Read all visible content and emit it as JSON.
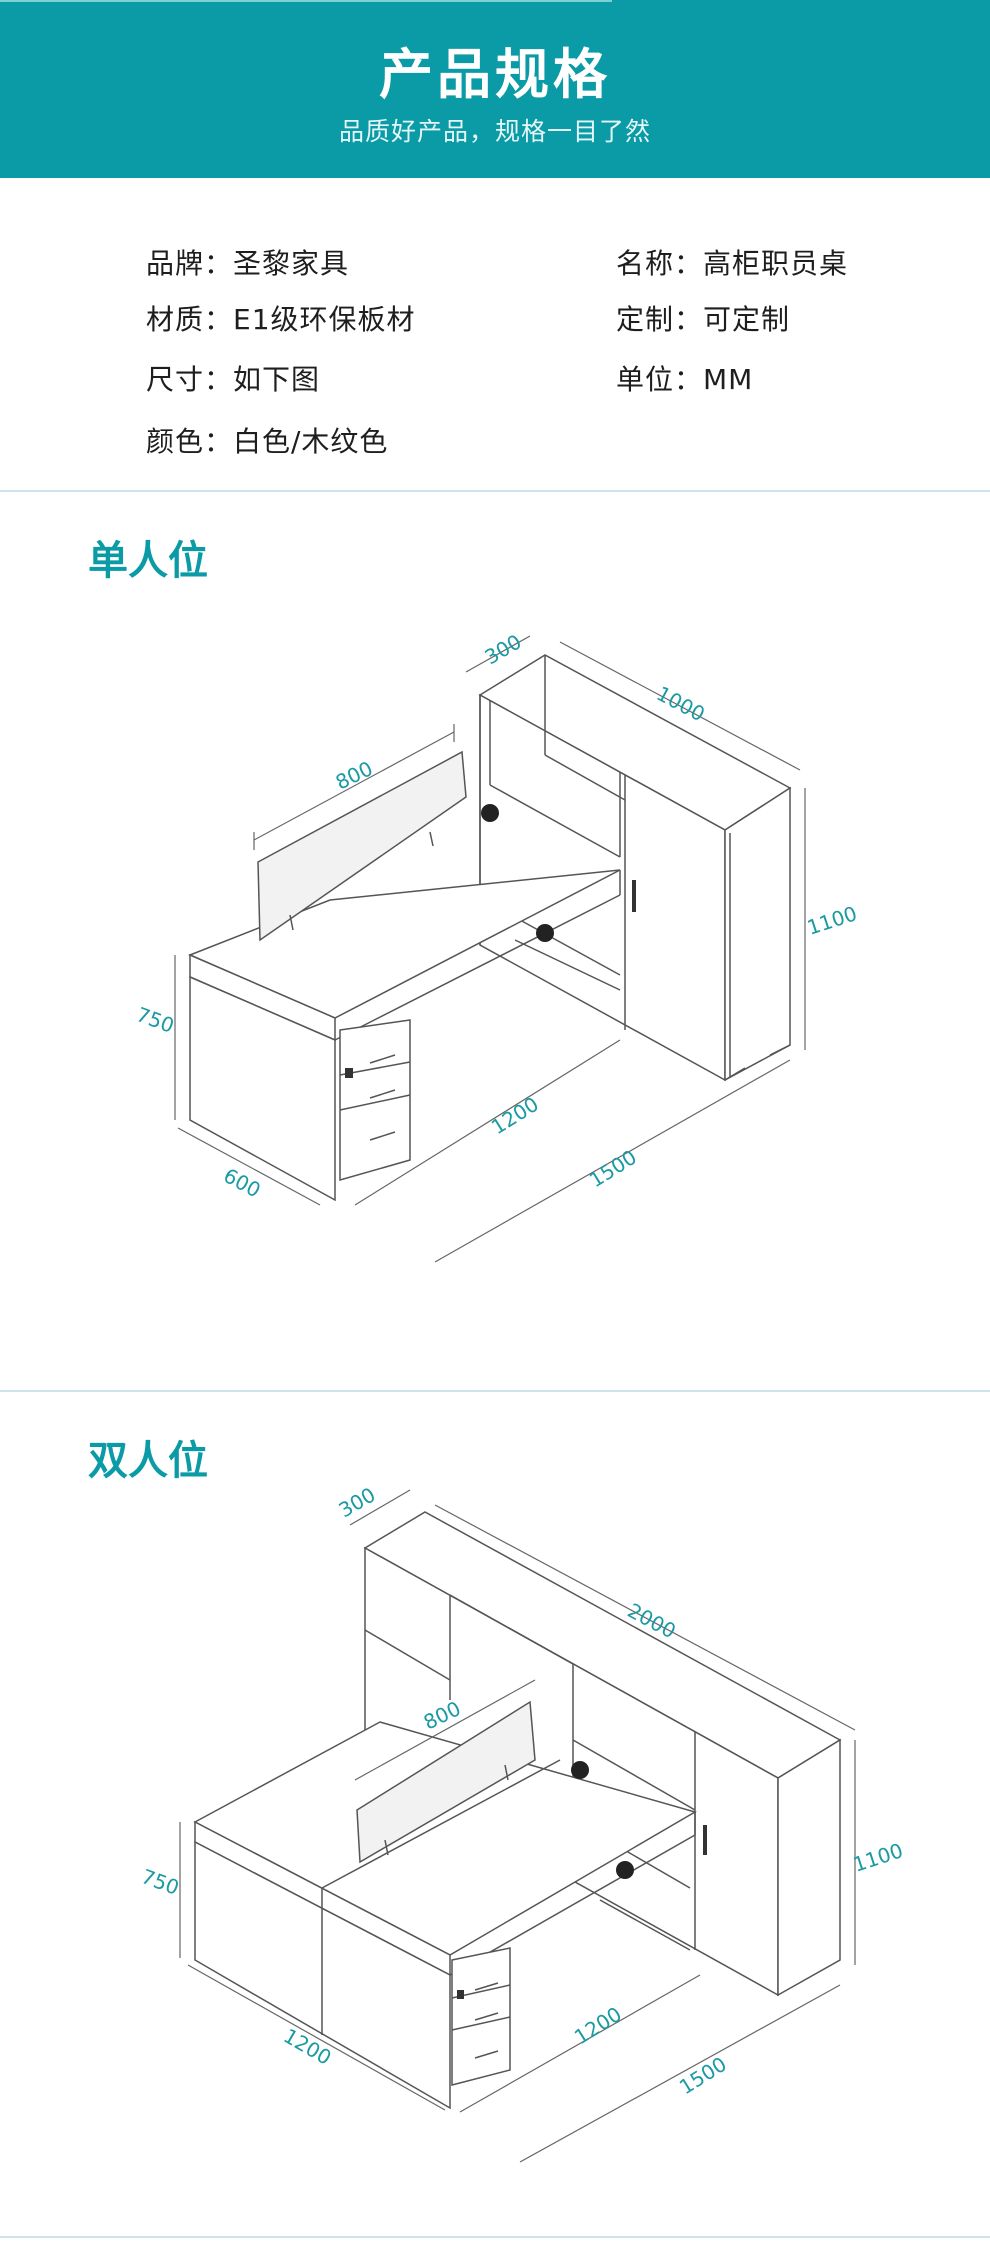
{
  "header": {
    "title": "产品规格",
    "subtitle": "品质好产品，规格一目了然"
  },
  "specs": {
    "brand": "品牌：圣黎家具",
    "name": "名称：高柜职员桌",
    "material": "材质：E1级环保板材",
    "custom": "定制：可定制",
    "size": "尺寸：如下图",
    "unit": "单位：MM",
    "color": "颜色：白色/木纹色"
  },
  "single": {
    "title": "单人位",
    "dims": {
      "cabinet_depth": "300",
      "cabinet_width": "1000",
      "screen_width": "800",
      "cabinet_height": "1100",
      "desk_height": "750",
      "desk_depth": "600",
      "desk_width": "1200",
      "total_width": "1500"
    }
  },
  "double": {
    "title": "双人位",
    "dims": {
      "cabinet_depth": "300",
      "cabinet_width": "2000",
      "screen_width": "800",
      "cabinet_height": "1100",
      "desk_height": "750",
      "desk_depth": "1200",
      "desk_width": "1200",
      "total_width": "1500"
    }
  }
}
